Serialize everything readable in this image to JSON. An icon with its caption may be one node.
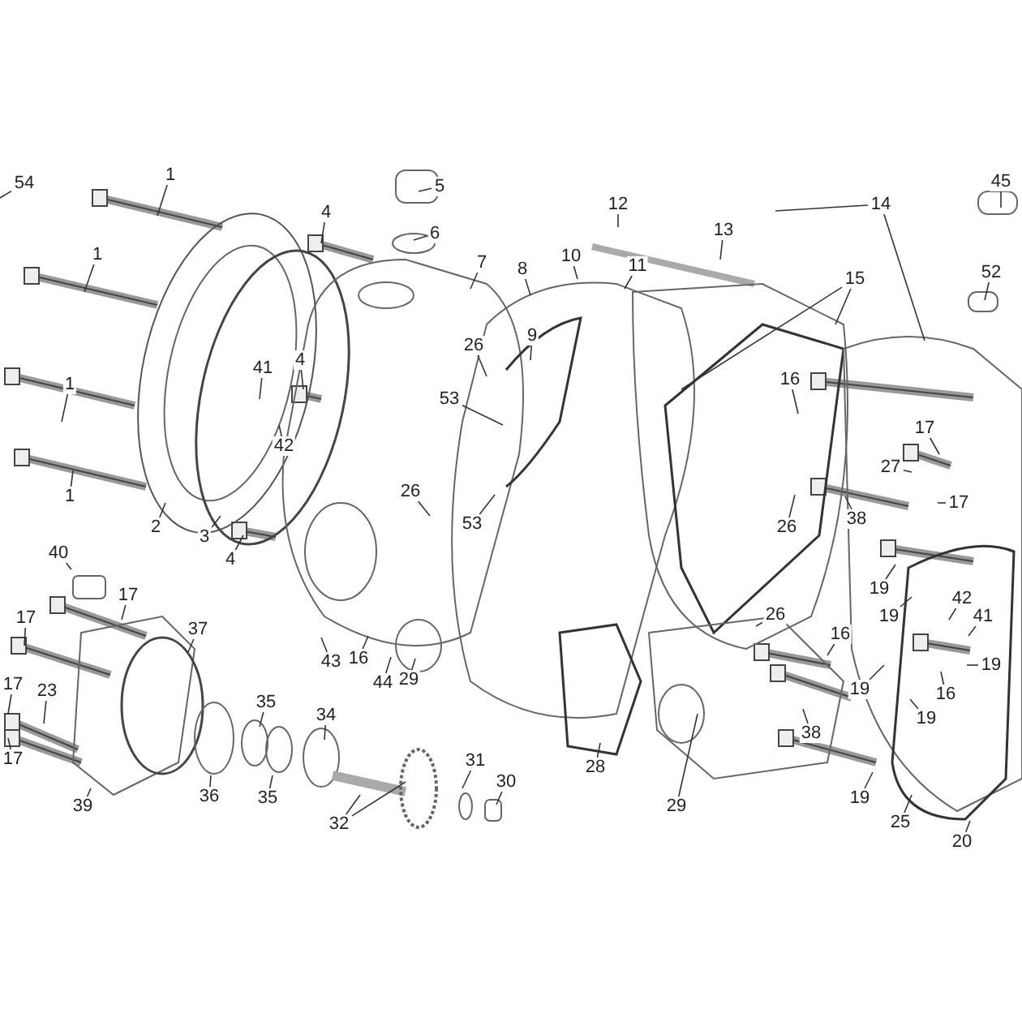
{
  "diagram": {
    "nodes": [
      {
        "text": [
          "54"
        ]
      },
      {
        "text": [
          "45"
        ]
      },
      {
        "text": [
          "1"
        ]
      },
      {
        "text": [
          "5"
        ]
      },
      {
        "text": [
          "12"
        ]
      },
      {
        "text": [
          "14"
        ]
      },
      {
        "text": [
          "4"
        ]
      },
      {
        "text": [
          "6"
        ]
      },
      {
        "text": [
          "13"
        ]
      },
      {
        "text": [
          "7"
        ]
      },
      {
        "text": [
          "10"
        ]
      },
      {
        "text": [
          "1"
        ]
      },
      {
        "text": [
          "8"
        ]
      },
      {
        "text": [
          "11"
        ]
      },
      {
        "text": [
          "52"
        ]
      },
      {
        "text": [
          "15"
        ]
      },
      {
        "text": [
          "9"
        ]
      },
      {
        "text": [
          "41"
        ]
      },
      {
        "text": [
          "4"
        ]
      },
      {
        "text": [
          "26"
        ]
      },
      {
        "text": [
          "1"
        ]
      },
      {
        "text": [
          "16"
        ]
      },
      {
        "text": [
          "53"
        ]
      },
      {
        "text": [
          "42"
        ]
      },
      {
        "text": [
          "17"
        ]
      },
      {
        "text": [
          "27"
        ]
      },
      {
        "text": [
          "1"
        ]
      },
      {
        "text": [
          "26"
        ]
      },
      {
        "text": [
          "17"
        ]
      },
      {
        "text": [
          "2"
        ]
      },
      {
        "text": [
          "53"
        ]
      },
      {
        "text": [
          "26"
        ]
      },
      {
        "text": [
          "38"
        ]
      },
      {
        "text": [
          "3"
        ]
      },
      {
        "text": [
          "4"
        ]
      },
      {
        "text": [
          "40"
        ]
      },
      {
        "text": [
          "19"
        ]
      },
      {
        "text": [
          "19"
        ]
      },
      {
        "text": [
          "17"
        ]
      },
      {
        "text": [
          "17"
        ]
      },
      {
        "text": [
          "37"
        ]
      },
      {
        "text": [
          "42"
        ]
      },
      {
        "text": [
          "41"
        ]
      },
      {
        "text": [
          "43"
        ]
      },
      {
        "text": [
          "16"
        ]
      },
      {
        "text": [
          "44"
        ]
      },
      {
        "text": [
          "29"
        ]
      },
      {
        "text": [
          "26"
        ]
      },
      {
        "text": [
          "19"
        ]
      },
      {
        "text": [
          "16"
        ]
      },
      {
        "text": [
          "23"
        ]
      },
      {
        "text": [
          "17"
        ]
      },
      {
        "text": [
          "19"
        ]
      },
      {
        "text": [
          "16"
        ]
      },
      {
        "text": [
          "38"
        ]
      },
      {
        "text": [
          "19"
        ]
      },
      {
        "text": [
          "35"
        ]
      },
      {
        "text": [
          "34"
        ]
      },
      {
        "text": [
          "17"
        ]
      },
      {
        "text": [
          "36"
        ]
      },
      {
        "text": [
          "35"
        ]
      },
      {
        "text": [
          "31"
        ]
      },
      {
        "text": [
          "30"
        ]
      },
      {
        "text": [
          "39"
        ]
      },
      {
        "text": [
          "28"
        ]
      },
      {
        "text": [
          "32"
        ]
      },
      {
        "text": [
          "29"
        ]
      },
      {
        "text": [
          "19"
        ]
      },
      {
        "text": [
          "25"
        ]
      },
      {
        "text": [
          "20"
        ]
      }
    ],
    "edges": [
      {
        "from": 0,
        "to": null,
        "arrow": "none"
      },
      {
        "from": 1,
        "to": null,
        "arrow": "none"
      },
      {
        "from": 2,
        "to": null,
        "arrow": "none"
      },
      {
        "from": 3,
        "to": null,
        "arrow": "none"
      },
      {
        "from": 4,
        "to": null,
        "arrow": "none"
      },
      {
        "from": 5,
        "to": null,
        "arrow": "none"
      },
      {
        "from": 5,
        "to": null,
        "arrow": "none"
      },
      {
        "from": 6,
        "to": null,
        "arrow": "none"
      },
      {
        "from": 7,
        "to": null,
        "arrow": "none"
      },
      {
        "from": 8,
        "to": null,
        "arrow": "none"
      },
      {
        "from": 9,
        "to": null,
        "arrow": "none"
      },
      {
        "from": 10,
        "to": null,
        "arrow": "none"
      },
      {
        "from": 11,
        "to": null,
        "arrow": "none"
      },
      {
        "from": 12,
        "to": null,
        "arrow": "none"
      },
      {
        "from": 13,
        "to": null,
        "arrow": "none"
      },
      {
        "from": 14,
        "to": null,
        "arrow": "none"
      },
      {
        "from": 15,
        "to": null,
        "arrow": "none"
      },
      {
        "from": 15,
        "to": null,
        "arrow": "none"
      },
      {
        "from": 16,
        "to": null,
        "arrow": "none"
      },
      {
        "from": 17,
        "to": null,
        "arrow": "none"
      },
      {
        "from": 18,
        "to": null,
        "arrow": "none"
      },
      {
        "from": 19,
        "to": null,
        "arrow": "none"
      },
      {
        "from": 20,
        "to": null,
        "arrow": "none"
      },
      {
        "from": 21,
        "to": null,
        "arrow": "none"
      },
      {
        "from": 22,
        "to": null,
        "arrow": "none"
      },
      {
        "from": 23,
        "to": null,
        "arrow": "none"
      },
      {
        "from": 24,
        "to": null,
        "arrow": "none"
      },
      {
        "from": 25,
        "to": null,
        "arrow": "none"
      },
      {
        "from": 26,
        "to": null,
        "arrow": "none"
      },
      {
        "from": 27,
        "to": null,
        "arrow": "none"
      },
      {
        "from": 28,
        "to": null,
        "arrow": "none"
      },
      {
        "from": 29,
        "to": null,
        "arrow": "none"
      },
      {
        "from": 30,
        "to": null,
        "arrow": "none"
      },
      {
        "from": 31,
        "to": null,
        "arrow": "none"
      },
      {
        "from": 32,
        "to": null,
        "arrow": "none"
      },
      {
        "from": 33,
        "to": null,
        "arrow": "none"
      },
      {
        "from": 34,
        "to": null,
        "arrow": "none"
      },
      {
        "from": 35,
        "to": null,
        "arrow": "none"
      },
      {
        "from": 36,
        "to": null,
        "arrow": "none"
      },
      {
        "from": 37,
        "to": null,
        "arrow": "none"
      },
      {
        "from": 38,
        "to": null,
        "arrow": "none"
      },
      {
        "from": 39,
        "to": null,
        "arrow": "none"
      },
      {
        "from": 40,
        "to": null,
        "arrow": "none"
      },
      {
        "from": 41,
        "to": null,
        "arrow": "none"
      },
      {
        "from": 42,
        "to": null,
        "arrow": "none"
      },
      {
        "from": 43,
        "to": null,
        "arrow": "none"
      },
      {
        "from": 44,
        "to": null,
        "arrow": "none"
      },
      {
        "from": 45,
        "to": null,
        "arrow": "none"
      },
      {
        "from": 46,
        "to": null,
        "arrow": "none"
      },
      {
        "from": 47,
        "to": null,
        "arrow": "none"
      },
      {
        "from": 48,
        "to": null,
        "arrow": "none"
      },
      {
        "from": 49,
        "to": null,
        "arrow": "none"
      },
      {
        "from": 50,
        "to": null,
        "arrow": "none"
      },
      {
        "from": 51,
        "to": null,
        "arrow": "none"
      },
      {
        "from": 52,
        "to": null,
        "arrow": "none"
      },
      {
        "from": 53,
        "to": null,
        "arrow": "none"
      },
      {
        "from": 54,
        "to": null,
        "arrow": "none"
      },
      {
        "from": 55,
        "to": null,
        "arrow": "none"
      },
      {
        "from": 56,
        "to": null,
        "arrow": "none"
      },
      {
        "from": 57,
        "to": null,
        "arrow": "none"
      },
      {
        "from": 58,
        "to": null,
        "arrow": "none"
      },
      {
        "from": 59,
        "to": null,
        "arrow": "none"
      },
      {
        "from": 60,
        "to": null,
        "arrow": "none"
      },
      {
        "from": 61,
        "to": null,
        "arrow": "none"
      },
      {
        "from": 62,
        "to": null,
        "arrow": "none"
      },
      {
        "from": 63,
        "to": null,
        "arrow": "none"
      },
      {
        "from": 64,
        "to": null,
        "arrow": "none"
      },
      {
        "from": 65,
        "to": null,
        "arrow": "none"
      },
      {
        "from": 65,
        "to": null,
        "arrow": "none"
      },
      {
        "from": 66,
        "to": null,
        "arrow": "none"
      },
      {
        "from": 67,
        "to": null,
        "arrow": "none"
      },
      {
        "from": 68,
        "to": null,
        "arrow": "none"
      },
      {
        "from": 69,
        "to": null,
        "arrow": "none"
      }
    ]
  }
}
